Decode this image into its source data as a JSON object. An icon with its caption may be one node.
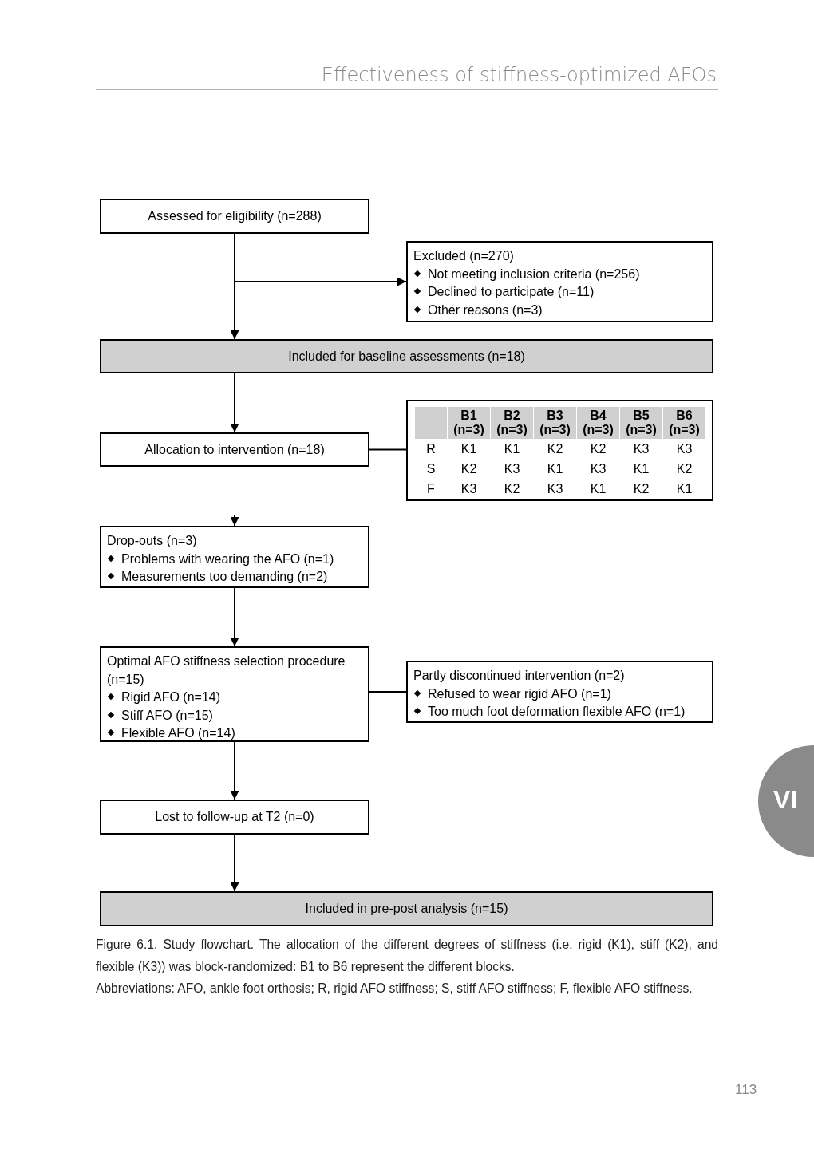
{
  "diagram": {
    "caption": "Figure 6.1. Study flowchart. The allocation of the different degrees of stiffness (i.e. rigid (K1), stiff (K2), and flexible (K3)) was block-randomized: B1 to B6 represent the different blocks.",
    "nodes": [
      {
        "text": [
          "Assessed for eligibility (n=288)"
        ]
      },
      {
        "text": [
          "Excluded  (n=270)",
          "Not meeting inclusion criteria (n=256)",
          "Declined to participate (n=11)",
          "Other reasons (n=3)"
        ]
      },
      {
        "text": [
          "Included for baseline assessments (n=18)"
        ]
      },
      {
        "text": [
          "Allocation to intervention (n=18)"
        ]
      },
      {
        "text": [],
        "shape": "box"
      },
      {
        "text": [
          "Drop-outs (n=3)",
          "Problems with wearing the AFO (n=1)",
          "Measurements too demanding (n=2)"
        ]
      },
      {
        "text": [
          "Optimal AFO stiffness selection procedure (n=15)",
          "Rigid AFO (n=14)",
          "Stiff AFO (n=15)",
          "Flexible AFO (n=14)"
        ]
      },
      {
        "text": [
          "Partly discontinued intervention (n=2)",
          "Refused to wear rigid AFO (n=1)",
          "Too much foot deformation flexible AFO (n=1)"
        ]
      },
      {
        "text": [
          "Lost to follow-up at T2 (n=0)"
        ]
      },
      {
        "text": [
          "Included in pre-post analysis (n=15)"
        ]
      }
    ],
    "edges": [
      {
        "from": 0,
        "to": 1,
        "arrow": "to"
      },
      {
        "from": 0,
        "to": 2,
        "arrow": "to"
      },
      {
        "from": 2,
        "to": 3,
        "arrow": "to"
      },
      {
        "from": 3,
        "to": 4,
        "arrow": "none"
      },
      {
        "from": null,
        "to": 5,
        "arrow": "to"
      },
      {
        "from": 5,
        "to": 6,
        "arrow": "to"
      },
      {
        "from": 6,
        "to": 7,
        "arrow": "none"
      },
      {
        "from": 6,
        "to": 8,
        "arrow": "to"
      },
      {
        "from": 8,
        "to": 9,
        "arrow": "to"
      }
    ],
    "labels": [
      "Effectiveness of stiffness-optimized AFOs",
      "B1 (n=3)",
      "B2 (n=3)",
      "B3 (n=3)",
      "B4 (n=3)",
      "B5 (n=3)",
      "B6 (n=3)",
      "R",
      "K1",
      "K1",
      "K2",
      "K2",
      "K3",
      "K3",
      "S",
      "K2",
      "K3",
      "K1",
      "K3",
      "K1",
      "K2",
      "F",
      "K3",
      "K2",
      "K3",
      "K1",
      "K2",
      "K1",
      "VI",
      "Abbreviations: AFO, ankle foot orthosis; R, rigid AFO stiffness; S, stiff AFO stiffness; F, flexible AFO stiffness.",
      "113"
    ]
  }
}
